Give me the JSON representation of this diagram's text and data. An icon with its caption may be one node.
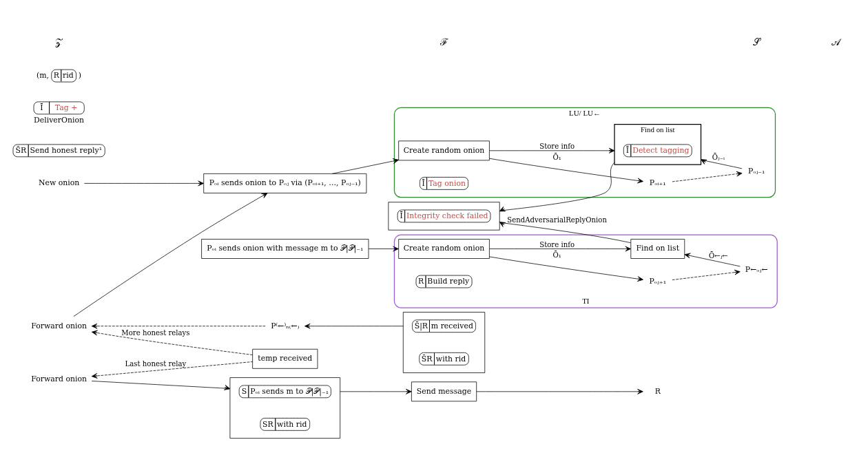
{
  "diagram": {
    "nodes": [
      {
        "text": [
          "New onion"
        ]
      },
      {
        "text": [
          "Forward onion"
        ]
      },
      {
        "text": [
          "Pₒᵢ sends onion to Pₒⱼ via (Pₒᵢ₊₁, …, Pₒⱼ₋₁)"
        ]
      },
      {
        "text": [
          "LU/ LU←"
        ]
      },
      {
        "text": [
          "Create random onion"
        ],
        "in": 3
      },
      {
        "text": [
          "Pₒᵢ₊₁"
        ],
        "in": 3
      },
      {
        "text": [
          "Ī",
          "Tag onion"
        ],
        "in": 3
      },
      {
        "text": [
          "Find on list"
        ],
        "in": 3
      },
      {
        "text": [
          "Ī",
          "Detect tagging"
        ],
        "in": 7
      },
      {
        "text": [
          "Pₒⱼ₋₁"
        ],
        "in": 3
      },
      {
        "text": [
          "S̄R",
          "Send honest reply¹"
        ]
      },
      {
        "text": [
          "temp received"
        ]
      },
      {
        "text": [],
        "shape": "box"
      },
      {
        "text": [
          "Ī",
          "Integrity check failed"
        ],
        "in": 12
      },
      {
        "text": [
          "Ī",
          "Tag +"
        ],
        "beside": [
          "DeliverOnion"
        ]
      },
      {
        "text": [
          "P⁽←⁾ₙ₍←₎"
        ]
      },
      {
        "text": [],
        "shape": "box"
      },
      {
        "text": [
          "S̄|R",
          "m received"
        ],
        "in": 16
      },
      {
        "text": [
          "S̄R",
          "with rid"
        ],
        "in": 16
      },
      {
        "text": [
          "Forward onion"
        ]
      },
      {
        "text": [],
        "shape": "box"
      },
      {
        "text": [
          "S",
          "Pₒᵢ sends m to 𝒫|𝒫|₋₁"
        ],
        "in": 20
      },
      {
        "text": [
          "SR",
          "with rid"
        ],
        "in": 20
      },
      {
        "text": [
          "Pₒᵢ sends onion with message m to 𝒫|𝒫|₋₁"
        ]
      },
      {
        "text": [
          "Send message"
        ]
      },
      {
        "text": [
          "R",
          "rid"
        ],
        "beside": [
          "(m,",
          ")"
        ]
      },
      {
        "text": [
          "R"
        ]
      },
      {
        "text": [
          "TI"
        ]
      },
      {
        "text": [
          "Create random onion"
        ],
        "in": 27
      },
      {
        "text": [
          "Pₒⱼ₊₁"
        ],
        "in": 27
      },
      {
        "text": [
          "R",
          "Build reply"
        ],
        "in": 27
      },
      {
        "text": [
          "P←ₒⱼ←"
        ],
        "in": 27
      },
      {
        "text": [
          "Find on list"
        ],
        "in": 27
      }
    ],
    "edges": [
      {
        "from": 0,
        "to": 2,
        "arrow": "to"
      },
      {
        "from": 1,
        "to": 2,
        "arrow": "to"
      },
      {
        "from": 2,
        "to": 4,
        "arrow": "to"
      },
      {
        "from": 4,
        "to": 5,
        "arrow": "to",
        "label": "Ō₁"
      },
      {
        "from": 5,
        "to": 9,
        "arrow": "to",
        "style": "dashed"
      },
      {
        "from": 9,
        "to": 7,
        "arrow": "to",
        "label": "Ōⱼ₋ᵢ"
      },
      {
        "from": 4,
        "to": 7,
        "arrow": "to",
        "label": "Store info"
      },
      {
        "from": 7,
        "to": 12,
        "arrow": "to"
      },
      {
        "from": 11,
        "to": 1,
        "arrow": "to",
        "style": "dashed",
        "label": "More honest relays"
      },
      {
        "from": 11,
        "to": 19,
        "arrow": "to",
        "style": "dashed",
        "label": "Last honest relay"
      },
      {
        "from": 15,
        "to": 1,
        "arrow": "to",
        "style": "dashed"
      },
      {
        "from": 16,
        "to": 15,
        "arrow": "to"
      },
      {
        "from": 19,
        "to": 20,
        "arrow": "to"
      },
      {
        "from": 20,
        "to": 24,
        "arrow": "to"
      },
      {
        "from": 24,
        "to": 26,
        "arrow": "to"
      },
      {
        "from": 23,
        "to": 28,
        "arrow": "to"
      },
      {
        "from": 28,
        "to": 29,
        "arrow": "to",
        "label": "Ō₁"
      },
      {
        "from": 29,
        "to": 31,
        "arrow": "to",
        "style": "dashed"
      },
      {
        "from": 31,
        "to": 32,
        "arrow": "to",
        "label": "Ō←ⱼ←"
      },
      {
        "from": 28,
        "to": 32,
        "arrow": "to",
        "label": "Store info"
      },
      {
        "from": 32,
        "to": 12,
        "arrow": "to",
        "label": "SendAdversarialReplyOnion"
      }
    ],
    "labels": [
      "𝒵",
      "ℱ",
      "𝒮",
      "𝒜"
    ]
  }
}
